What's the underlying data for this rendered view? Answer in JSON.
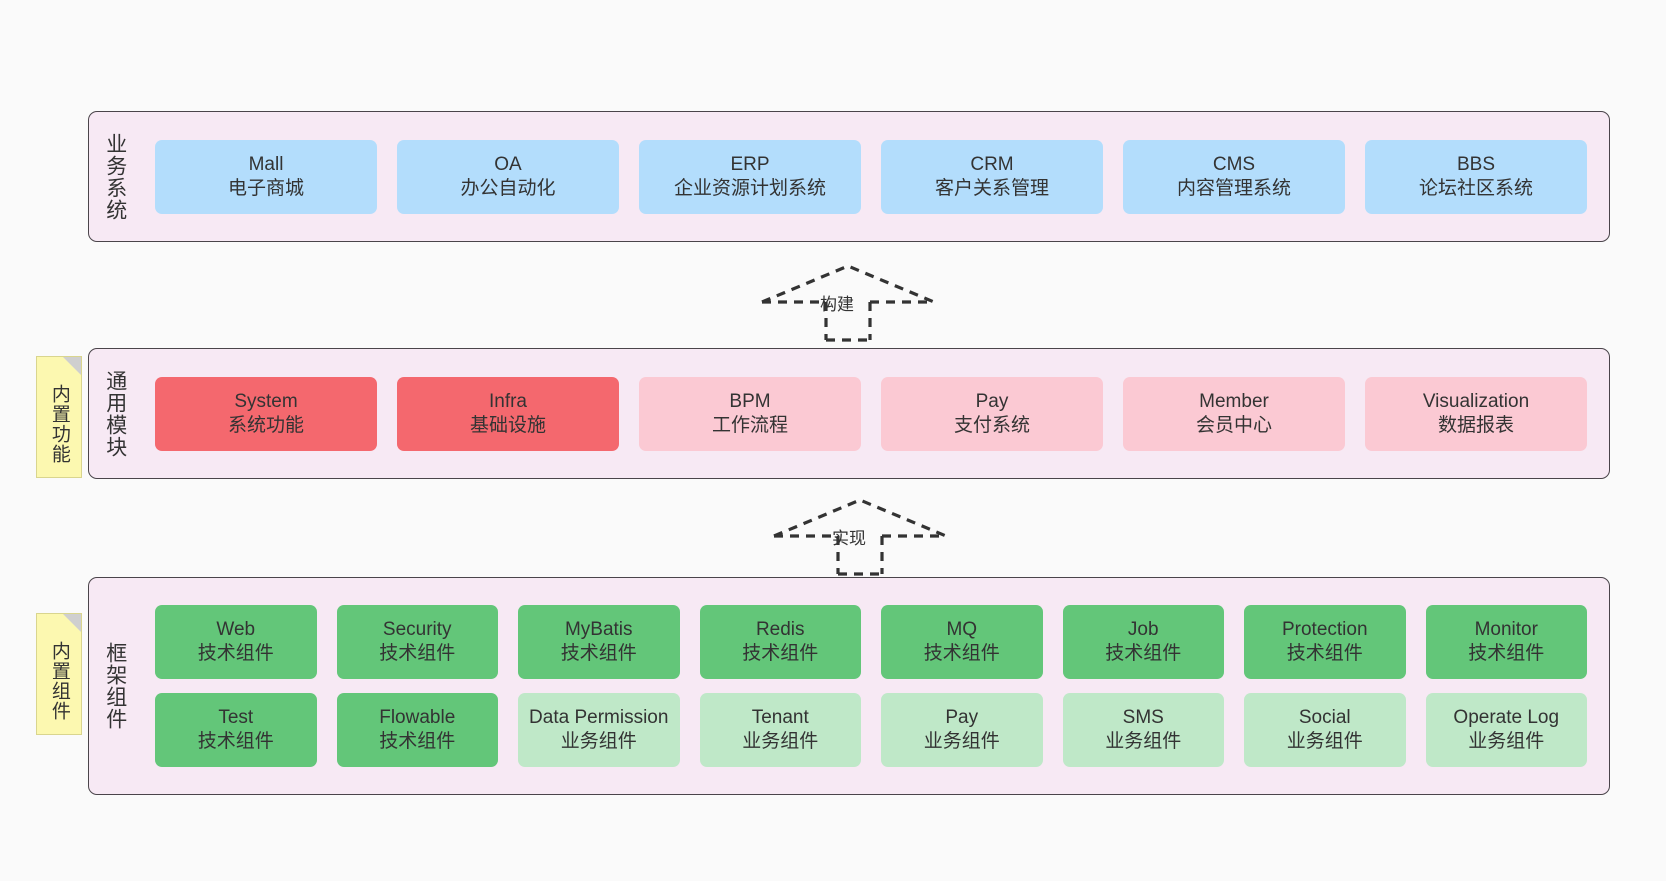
{
  "diagram": {
    "background_color": "#fafafa",
    "layer_bg_color": "#f7e9f4",
    "layer_border_color": "#4a444a",
    "note_color": "#fcf8b0"
  },
  "layers": [
    {
      "id": "business-system",
      "title": "业务系统",
      "note": null,
      "rows": [
        {
          "style": "blue",
          "color": "#b3ddfc",
          "items": [
            {
              "en": "Mall",
              "cn": "电子商城"
            },
            {
              "en": "OA",
              "cn": "办公自动化"
            },
            {
              "en": "ERP",
              "cn": "企业资源计划系统"
            },
            {
              "en": "CRM",
              "cn": "客户关系管理"
            },
            {
              "en": "CMS",
              "cn": "内容管理系统"
            },
            {
              "en": "BBS",
              "cn": "论坛社区系统"
            }
          ]
        }
      ]
    },
    {
      "id": "common-module",
      "title": "通用模块",
      "note": "内置功能",
      "rows": [
        {
          "style": "mixed",
          "items": [
            {
              "en": "System",
              "cn": "系统功能",
              "style": "red",
              "color": "#f4686e"
            },
            {
              "en": "Infra",
              "cn": "基础设施",
              "style": "red",
              "color": "#f4686e"
            },
            {
              "en": "BPM",
              "cn": "工作流程",
              "style": "pink",
              "color": "#fbc9d3"
            },
            {
              "en": "Pay",
              "cn": "支付系统",
              "style": "pink",
              "color": "#fbc9d3"
            },
            {
              "en": "Member",
              "cn": "会员中心",
              "style": "pink",
              "color": "#fbc9d3"
            },
            {
              "en": "Visualization",
              "cn": "数据报表",
              "style": "pink",
              "color": "#fbc9d3"
            }
          ]
        }
      ]
    },
    {
      "id": "framework-component",
      "title": "框架组件",
      "note": "内置组件",
      "rows": [
        {
          "style": "green",
          "color": "#63c679",
          "items": [
            {
              "en": "Web",
              "cn": "技术组件"
            },
            {
              "en": "Security",
              "cn": "技术组件"
            },
            {
              "en": "MyBatis",
              "cn": "技术组件"
            },
            {
              "en": "Redis",
              "cn": "技术组件"
            },
            {
              "en": "MQ",
              "cn": "技术组件"
            },
            {
              "en": "Job",
              "cn": "技术组件"
            },
            {
              "en": "Protection",
              "cn": "技术组件"
            },
            {
              "en": "Monitor",
              "cn": "技术组件"
            }
          ]
        },
        {
          "style": "mixed2",
          "items": [
            {
              "en": "Test",
              "cn": "技术组件",
              "style": "green",
              "color": "#63c679"
            },
            {
              "en": "Flowable",
              "cn": "技术组件",
              "style": "green",
              "color": "#63c679"
            },
            {
              "en": "Data Permission",
              "cn": "业务组件",
              "style": "lgreen",
              "color": "#bfe8c8"
            },
            {
              "en": "Tenant",
              "cn": "业务组件",
              "style": "lgreen",
              "color": "#bfe8c8"
            },
            {
              "en": "Pay",
              "cn": "业务组件",
              "style": "lgreen",
              "color": "#bfe8c8"
            },
            {
              "en": "SMS",
              "cn": "业务组件",
              "style": "lgreen",
              "color": "#bfe8c8"
            },
            {
              "en": "Social",
              "cn": "业务组件",
              "style": "lgreen",
              "color": "#bfe8c8"
            },
            {
              "en": "Operate Log",
              "cn": "业务组件",
              "style": "lgreen",
              "color": "#bfe8c8"
            }
          ]
        }
      ]
    }
  ],
  "connectors": [
    {
      "id": "build",
      "label": "构建",
      "from": "common-module",
      "to": "business-system",
      "kind": "generalization-dashed"
    },
    {
      "id": "implement",
      "label": "实现",
      "from": "framework-component",
      "to": "common-module",
      "kind": "generalization-dashed"
    }
  ]
}
